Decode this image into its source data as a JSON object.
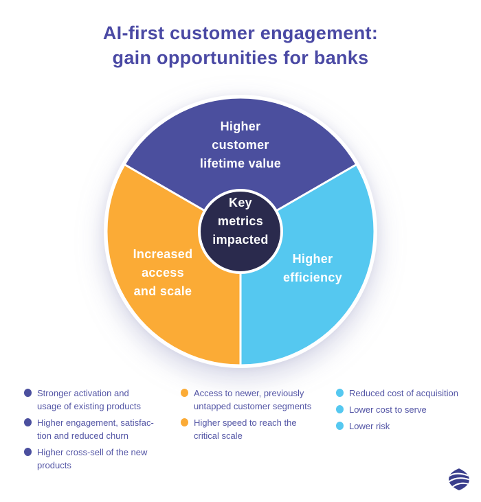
{
  "title": {
    "line1": "AI-first customer engagement:",
    "line2": "gain opportunities for banks"
  },
  "colors": {
    "title_text": "#4A49A4",
    "body_text": "#5355A5",
    "pie_label_text": "#FFFFFF",
    "center_navy": "#2A2A4D",
    "center_ring": "#FFFFFF",
    "logo_navy": "#3A3E8C",
    "background": "#FFFFFF"
  },
  "pie": {
    "type": "equal-thirds-donut",
    "center_label": {
      "lines": [
        "Key",
        "metrics",
        "impacted"
      ]
    },
    "segments": [
      {
        "name": "higher-customer-lifetime-value",
        "color": "#4B4F9E",
        "share": 33.3,
        "lines": [
          "Higher",
          "customer",
          "lifetime value"
        ]
      },
      {
        "name": "higher-efficiency",
        "color": "#55C8F0",
        "share": 33.3,
        "lines": [
          "Higher",
          "efficiency"
        ]
      },
      {
        "name": "increased-access-and-scale",
        "color": "#FBAB36",
        "share": 33.3,
        "lines": [
          "Increased",
          "access",
          "and scale"
        ]
      }
    ]
  },
  "lists": [
    {
      "bullet_color": "#4B4F9E",
      "items": [
        {
          "lines": [
            "Stronger activation and",
            "usage of existing products"
          ]
        },
        {
          "lines": [
            "Higher engagement, satisfac-",
            "tion and reduced churn"
          ]
        },
        {
          "lines": [
            "Higher cross-sell of the new",
            "products"
          ]
        }
      ]
    },
    {
      "bullet_color": "#FBAB36",
      "items": [
        {
          "lines": [
            "Access to newer, previously",
            "untapped customer segments"
          ]
        },
        {
          "lines": [
            "Higher speed to reach the",
            "critical scale"
          ]
        }
      ]
    },
    {
      "bullet_color": "#55C8F0",
      "items": [
        {
          "lines": [
            "Reduced cost of acquisition"
          ]
        },
        {
          "lines": [
            "Lower cost to serve"
          ]
        },
        {
          "lines": [
            "Lower risk"
          ]
        }
      ]
    }
  ]
}
